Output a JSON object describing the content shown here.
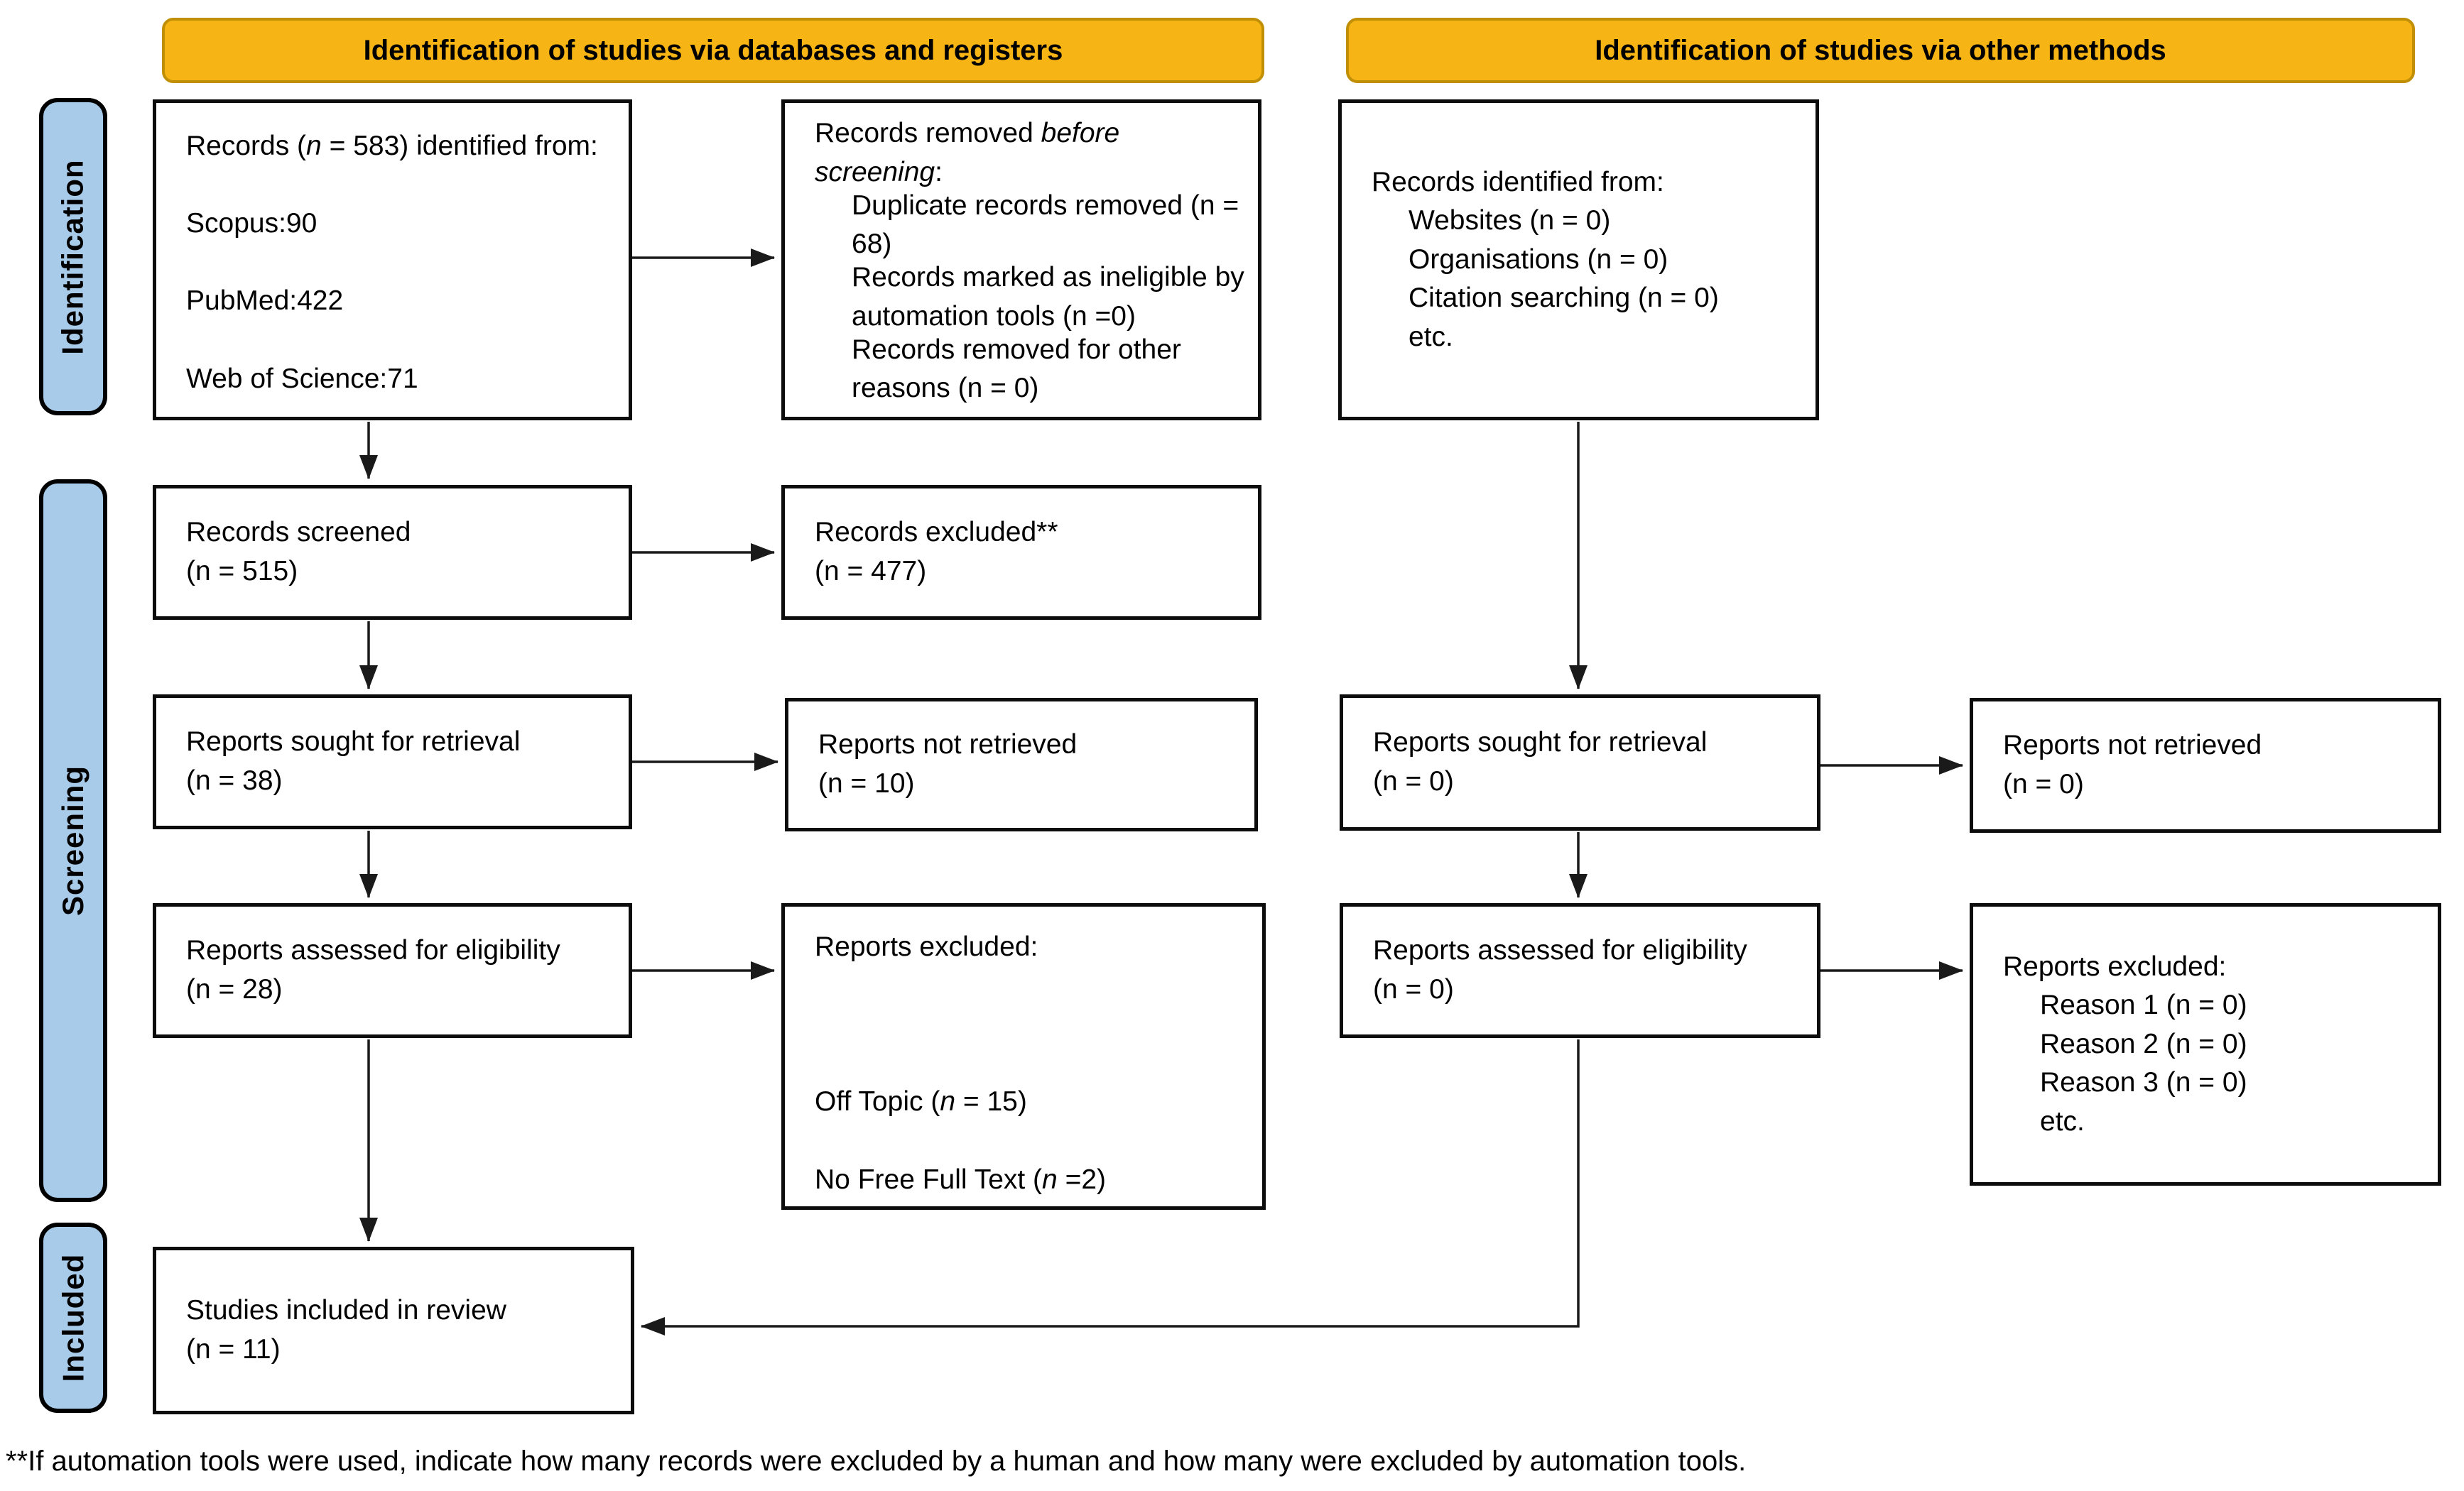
{
  "banners": {
    "databases": "Identification of studies via databases and registers",
    "other": "Identification of studies via other methods"
  },
  "sidebar": {
    "identification": "Identification",
    "screening": "Screening",
    "included": "Included"
  },
  "boxes": {
    "db_identified": {
      "lines": [
        {
          "runs": [
            {
              "t": "Records ("
            },
            {
              "t": "n",
              "i": true
            },
            {
              "t": " = 583) identified from:"
            }
          ]
        },
        {
          "runs": []
        },
        {
          "runs": [
            {
              "t": "Scopus:90"
            }
          ]
        },
        {
          "runs": []
        },
        {
          "runs": [
            {
              "t": "PubMed:422"
            }
          ]
        },
        {
          "runs": []
        },
        {
          "runs": [
            {
              "t": "Web of Science:71"
            }
          ]
        }
      ]
    },
    "removed_before": {
      "lines": [
        {
          "runs": [
            {
              "t": "Records removed "
            },
            {
              "t": "before screening",
              "i": true
            },
            {
              "t": ":"
            }
          ]
        },
        {
          "ind": 1,
          "runs": [
            {
              "t": "Duplicate records removed (n = 68)"
            }
          ]
        },
        {
          "ind": 1,
          "runs": [
            {
              "t": "Records marked as ineligible by automation tools (n =0)"
            }
          ]
        },
        {
          "ind": 1,
          "runs": [
            {
              "t": "Records removed for other reasons (n = 0)"
            }
          ]
        }
      ]
    },
    "other_identified": {
      "lines": [
        {
          "runs": [
            {
              "t": "Records identified from:"
            }
          ]
        },
        {
          "ind": 1,
          "runs": [
            {
              "t": "Websites (n = 0)"
            }
          ]
        },
        {
          "ind": 1,
          "runs": [
            {
              "t": "Organisations (n = 0)"
            }
          ]
        },
        {
          "ind": 1,
          "runs": [
            {
              "t": "Citation searching (n = 0)"
            }
          ]
        },
        {
          "ind": 1,
          "runs": [
            {
              "t": "etc."
            }
          ]
        }
      ]
    },
    "screened": {
      "lines": [
        {
          "runs": [
            {
              "t": "Records screened"
            }
          ]
        },
        {
          "runs": [
            {
              "t": "(n = 515)"
            }
          ]
        }
      ]
    },
    "excluded": {
      "lines": [
        {
          "runs": [
            {
              "t": "Records excluded**"
            }
          ]
        },
        {
          "runs": [
            {
              "t": "(n = 477)"
            }
          ]
        }
      ]
    },
    "sought_db": {
      "lines": [
        {
          "runs": [
            {
              "t": "Reports sought for retrieval"
            }
          ]
        },
        {
          "runs": [
            {
              "t": "(n = 38)"
            }
          ]
        }
      ]
    },
    "not_retrieved_db": {
      "lines": [
        {
          "runs": [
            {
              "t": "Reports not retrieved"
            }
          ]
        },
        {
          "runs": [
            {
              "t": "(n = 10)"
            }
          ]
        }
      ]
    },
    "sought_other": {
      "lines": [
        {
          "runs": [
            {
              "t": "Reports sought for retrieval"
            }
          ]
        },
        {
          "runs": [
            {
              "t": "(n = 0)"
            }
          ]
        }
      ]
    },
    "not_retrieved_other": {
      "lines": [
        {
          "runs": [
            {
              "t": "Reports not retrieved"
            }
          ]
        },
        {
          "runs": [
            {
              "t": "(n = 0)"
            }
          ]
        }
      ]
    },
    "assessed_db": {
      "lines": [
        {
          "runs": [
            {
              "t": "Reports assessed for eligibility"
            }
          ]
        },
        {
          "runs": [
            {
              "t": "(n = 28)"
            }
          ]
        }
      ]
    },
    "excluded_db": {
      "lines": [
        {
          "runs": [
            {
              "t": "Reports excluded:"
            }
          ]
        },
        {
          "runs": []
        },
        {
          "runs": []
        },
        {
          "runs": []
        },
        {
          "runs": [
            {
              "t": "Off Topic ("
            },
            {
              "t": "n",
              "i": true
            },
            {
              "t": " = 15)"
            }
          ]
        },
        {
          "runs": []
        },
        {
          "runs": [
            {
              "t": "No Free Full Text ("
            },
            {
              "t": "n",
              "i": true
            },
            {
              "t": " =2)"
            }
          ]
        }
      ]
    },
    "assessed_other": {
      "lines": [
        {
          "runs": [
            {
              "t": "Reports assessed for eligibility"
            }
          ]
        },
        {
          "runs": [
            {
              "t": "(n = 0)"
            }
          ]
        }
      ]
    },
    "excluded_other": {
      "lines": [
        {
          "runs": [
            {
              "t": "Reports excluded:"
            }
          ]
        },
        {
          "ind": 1,
          "runs": [
            {
              "t": "Reason 1 (n = 0)"
            }
          ]
        },
        {
          "ind": 1,
          "runs": [
            {
              "t": "Reason 2 (n = 0)"
            }
          ]
        },
        {
          "ind": 1,
          "runs": [
            {
              "t": "Reason 3 (n = 0)"
            }
          ]
        },
        {
          "ind": 1,
          "runs": [
            {
              "t": "etc."
            }
          ]
        }
      ]
    },
    "included": {
      "lines": [
        {
          "runs": [
            {
              "t": "Studies included in review"
            }
          ]
        },
        {
          "runs": [
            {
              "t": "(n = 11)"
            }
          ]
        }
      ]
    }
  },
  "footnote": "**If automation tools were used, indicate how many records were excluded by a human and how many were excluded by automation tools.",
  "colors": {
    "gold": "#F7B515",
    "gold_border": "#C18F06",
    "blue": "#A9CBEA",
    "line": "#1a1a1a"
  }
}
